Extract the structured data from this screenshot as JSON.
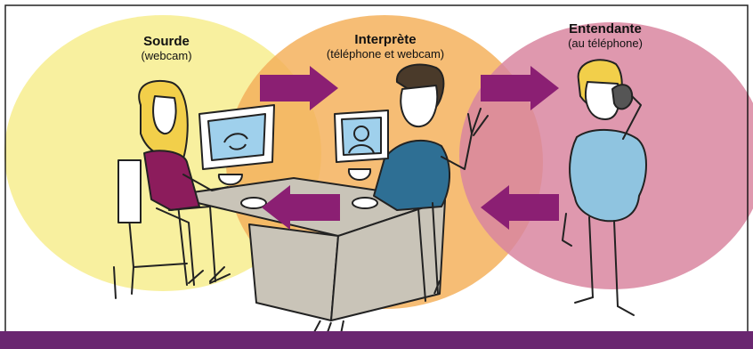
{
  "colors": {
    "deaf_circle": "#f7ed8e",
    "interpreter_circle": "#f5b25d",
    "hearing_circle": "#d986a0",
    "arrow": "#8b1f73",
    "band": "#6a2670",
    "desk": "#c9c4b8",
    "shirt_deaf": "#8c1c5c",
    "shirt_interpreter": "#2e6f94",
    "shirt_hearing": "#8fc4e0",
    "hair": "#f2cf4a",
    "screen": "#9fd0ec"
  },
  "roles": [
    {
      "title": "Sourde",
      "subtitle": "(webcam)",
      "icon": "deaf-person-at-computer"
    },
    {
      "title": "Interprète",
      "subtitle": "(téléphone et webcam)",
      "icon": "interpreter-at-computer"
    },
    {
      "title": "Entendante",
      "subtitle": "(au téléphone)",
      "icon": "person-on-phone"
    }
  ],
  "arrows": [
    {
      "from": "Sourde",
      "to": "Interprète",
      "icon": "arrow-right-icon"
    },
    {
      "from": "Interprète",
      "to": "Entendante",
      "icon": "arrow-right-icon"
    },
    {
      "from": "Entendante",
      "to": "Interprète",
      "icon": "arrow-left-icon"
    },
    {
      "from": "Interprète",
      "to": "Sourde",
      "icon": "arrow-left-icon"
    }
  ]
}
